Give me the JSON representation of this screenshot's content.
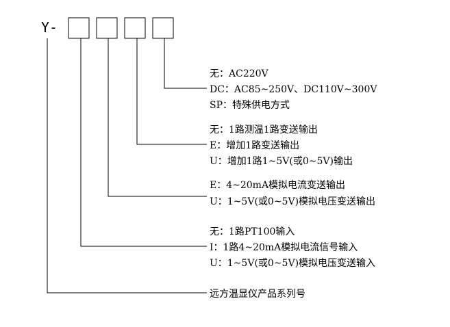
{
  "prefix": "Y-",
  "groups": [
    {
      "lines": [
        "无：AC220V",
        "DC：AC85~250V、DC110V~300V",
        "SP：特殊供电方式"
      ]
    },
    {
      "lines": [
        "无：1路测温1路变送输出",
        "E：增加1路变送输出",
        "U：增加1路1~5V(或0~5V)输出"
      ]
    },
    {
      "lines": [
        "E：4~20mA模拟电流变送输出",
        "U：1~5V(或0~5V)模拟电压变送输出"
      ]
    },
    {
      "lines": [
        "无：1路PT100输入",
        "I：1路4~20mA模拟电流信号输入",
        "U：1~5V(或0~5V)模拟电压变送输入"
      ]
    },
    {
      "lines": [
        "远方温显仪产品系列号"
      ]
    }
  ]
}
